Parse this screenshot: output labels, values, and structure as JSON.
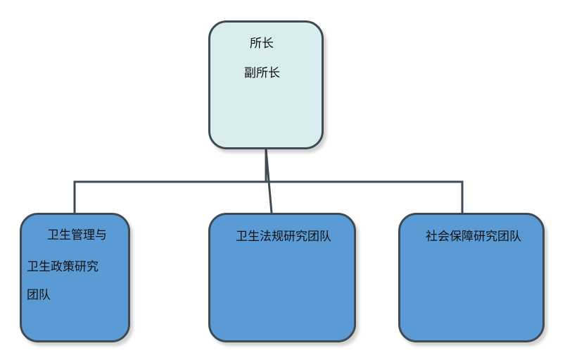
{
  "diagram": {
    "root": {
      "lines": [
        "所长",
        "副所长"
      ]
    },
    "children": [
      {
        "lines": [
          "卫生管理与",
          "卫生政策研究",
          "团队"
        ]
      },
      {
        "lines": [
          "卫生法规研究团队"
        ]
      },
      {
        "lines": [
          "社会保障研究团队"
        ]
      }
    ],
    "colors": {
      "root_fill": "#d9ecef",
      "child_fill": "#5b9bd5",
      "border": "#3f4a52",
      "connector": "#3f4a52"
    }
  }
}
